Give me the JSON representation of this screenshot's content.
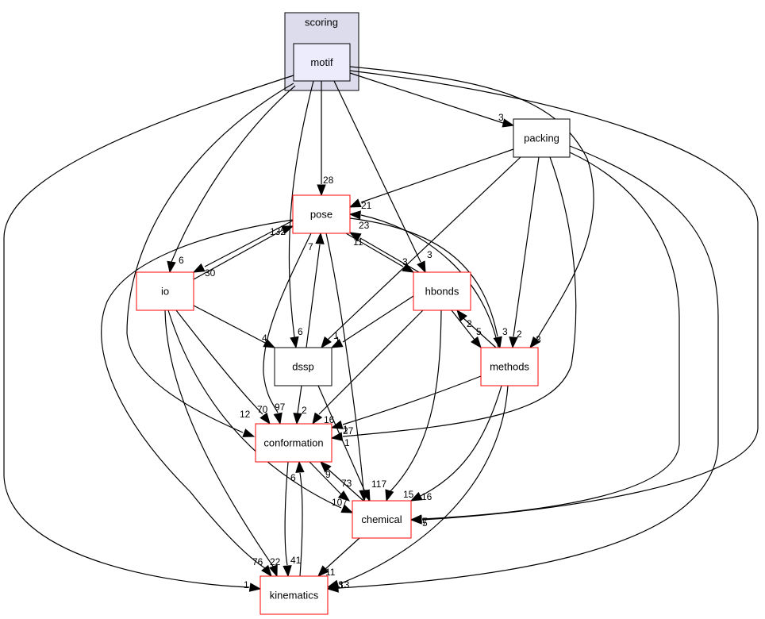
{
  "graph": {
    "type": "directory-dependency-graph",
    "cluster": {
      "label": "scoring",
      "fill": "#dcdcec",
      "stroke": "#000000"
    },
    "focus_node": {
      "id": "motif",
      "label": "motif",
      "fill": "#ececfc",
      "stroke": "#000000"
    },
    "nodes": [
      {
        "id": "motif",
        "label": "motif",
        "style": "focus"
      },
      {
        "id": "packing",
        "label": "packing",
        "style": "plain"
      },
      {
        "id": "pose",
        "label": "pose",
        "style": "red"
      },
      {
        "id": "io",
        "label": "io",
        "style": "red"
      },
      {
        "id": "hbonds",
        "label": "hbonds",
        "style": "red"
      },
      {
        "id": "dssp",
        "label": "dssp",
        "style": "plain"
      },
      {
        "id": "methods",
        "label": "methods",
        "style": "red"
      },
      {
        "id": "conformation",
        "label": "conformation",
        "style": "red"
      },
      {
        "id": "chemical",
        "label": "chemical",
        "style": "red"
      },
      {
        "id": "kinematics",
        "label": "kinematics",
        "style": "red"
      }
    ],
    "edges": [
      {
        "from": "motif",
        "to": "pose",
        "label": "28"
      },
      {
        "from": "motif",
        "to": "packing",
        "label": "3"
      },
      {
        "from": "motif",
        "to": "io",
        "label": "6"
      },
      {
        "from": "motif",
        "to": "hbonds",
        "label": "3"
      },
      {
        "from": "motif",
        "to": "dssp",
        "label": "6"
      },
      {
        "from": "motif",
        "to": "methods",
        "label": "3"
      },
      {
        "from": "motif",
        "to": "conformation",
        "label": "12"
      },
      {
        "from": "motif",
        "to": "chemical",
        "label": "5"
      },
      {
        "from": "motif",
        "to": "kinematics",
        "label": "1"
      },
      {
        "from": "packing",
        "to": "pose",
        "label": "21"
      },
      {
        "from": "packing",
        "to": "dssp",
        "label": "1"
      },
      {
        "from": "packing",
        "to": "methods",
        "label": "2"
      },
      {
        "from": "packing",
        "to": "conformation",
        "label": "27"
      },
      {
        "from": "packing",
        "to": "chemical",
        "label": "7"
      },
      {
        "from": "packing",
        "to": "kinematics",
        "label": "13"
      },
      {
        "from": "pose",
        "to": "io",
        "label": "30"
      },
      {
        "from": "pose",
        "to": "hbonds",
        "label": "3"
      },
      {
        "from": "pose",
        "to": "methods",
        "label": "3"
      },
      {
        "from": "pose",
        "to": "conformation",
        "label": "97"
      },
      {
        "from": "pose",
        "to": "chemical",
        "label": "117"
      },
      {
        "from": "pose",
        "to": "kinematics",
        "label": "76"
      },
      {
        "from": "io",
        "to": "pose",
        "label": "132"
      },
      {
        "from": "io",
        "to": "dssp",
        "label": "4"
      },
      {
        "from": "io",
        "to": "conformation",
        "label": "70"
      },
      {
        "from": "io",
        "to": "chemical",
        "label": "107"
      },
      {
        "from": "io",
        "to": "kinematics",
        "label": "22"
      },
      {
        "from": "hbonds",
        "to": "pose",
        "label": "11"
      },
      {
        "from": "hbonds",
        "to": "dssp",
        "label": "1"
      },
      {
        "from": "hbonds",
        "to": "methods",
        "label": "5"
      },
      {
        "from": "hbonds",
        "to": "conformation",
        "label": "16"
      },
      {
        "from": "hbonds",
        "to": "chemical",
        "label": "15"
      },
      {
        "from": "methods",
        "to": "pose",
        "label": "23"
      },
      {
        "from": "methods",
        "to": "hbonds",
        "label": "2"
      },
      {
        "from": "methods",
        "to": "conformation",
        "label": "1"
      },
      {
        "from": "methods",
        "to": "chemical",
        "label": "16"
      },
      {
        "from": "methods",
        "to": "kinematics",
        "label": "3"
      },
      {
        "from": "dssp",
        "to": "pose",
        "label": "7"
      },
      {
        "from": "dssp",
        "to": "conformation",
        "label": "2"
      },
      {
        "from": "dssp",
        "to": "chemical",
        "label": "1"
      },
      {
        "from": "conformation",
        "to": "chemical",
        "label": "73"
      },
      {
        "from": "conformation",
        "to": "kinematics",
        "label": "41"
      },
      {
        "from": "chemical",
        "to": "conformation",
        "label": "9"
      },
      {
        "from": "chemical",
        "to": "kinematics",
        "label": "11"
      },
      {
        "from": "kinematics",
        "to": "conformation",
        "label": "6"
      }
    ],
    "colors": {
      "red_border": "#ff0000",
      "plain_border": "#000000",
      "edge": "#000000"
    }
  }
}
